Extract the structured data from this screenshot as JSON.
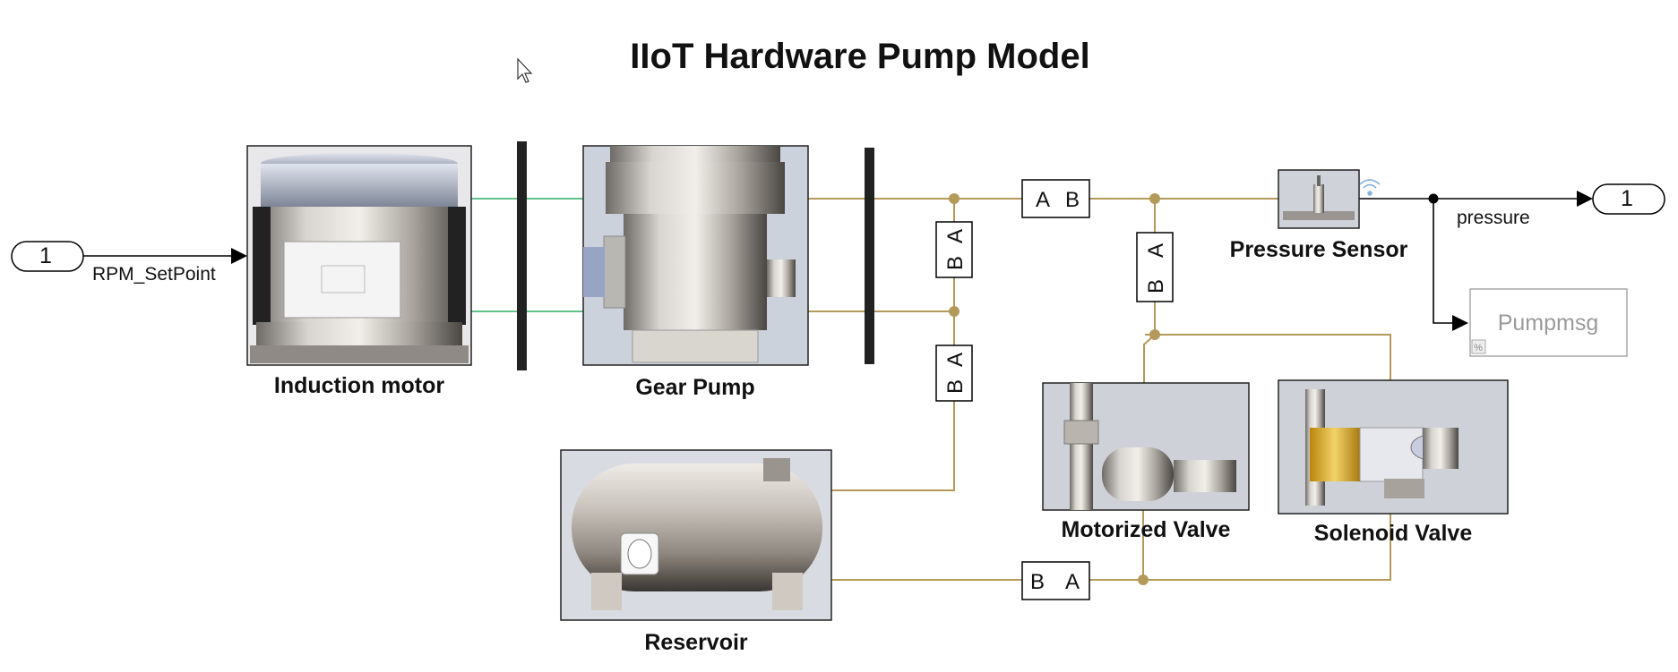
{
  "title": "IIoT Hardware Pump Model",
  "inport": {
    "number": "1",
    "signal_label": "RPM_SetPoint"
  },
  "outport": {
    "number": "1",
    "signal_label": "pressure"
  },
  "blocks": {
    "motor": "Induction motor",
    "pump": "Gear Pump",
    "reservoir": "Reservoir",
    "sensor": "Pressure Sensor",
    "motor_valve": "Motorized Valve",
    "solenoid_valve": "Solenoid Valve",
    "pumpmsg": "Pumpmsg",
    "pumpmsg_badge": "%"
  },
  "port_labels": {
    "a": "A",
    "b": "B"
  },
  "colors": {
    "hydraulic_line": "#b49a5a",
    "mechanical_line": "#5fc28a",
    "signal_line": "#000000"
  }
}
